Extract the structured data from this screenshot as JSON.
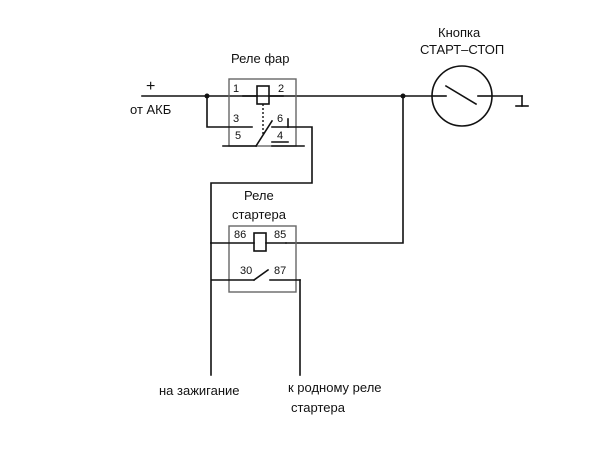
{
  "supply": {
    "plus": "+",
    "label": "от АКБ"
  },
  "headlight_relay": {
    "title": "Реле фар",
    "pins": {
      "p1": "1",
      "p2": "2",
      "p3": "3",
      "p6": "6",
      "p5": "5",
      "p4": "4"
    }
  },
  "button": {
    "title_line1": "Кнопка",
    "title_line2": "СТАРТ–СТОП"
  },
  "starter_relay": {
    "title_line1": "Реле",
    "title_line2": "стартера",
    "pins": {
      "p86": "86",
      "p85": "85",
      "p30": "30",
      "p87": "87"
    }
  },
  "outputs": {
    "ignition": "на зажигание",
    "stock_starter_line1": "к родному реле",
    "stock_starter_line2": "стартера"
  }
}
